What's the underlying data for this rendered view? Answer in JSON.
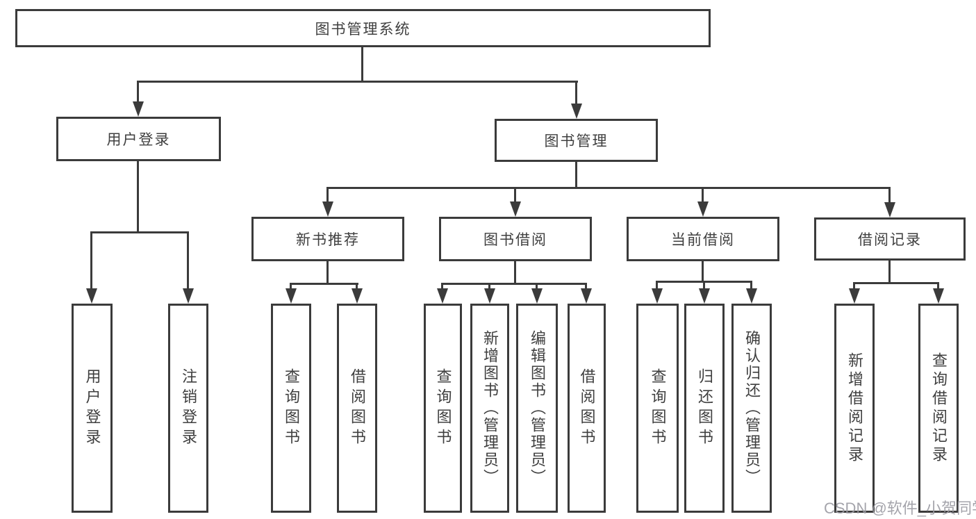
{
  "diagram": {
    "title": "图书管理系统",
    "root": {
      "label": "图书管理系统"
    },
    "level2": [
      {
        "label": "用户登录"
      },
      {
        "label": "图书管理"
      }
    ],
    "level3": [
      {
        "label": "新书推荐"
      },
      {
        "label": "图书借阅"
      },
      {
        "label": "当前借阅"
      },
      {
        "label": "借阅记录"
      }
    ],
    "leaves": {
      "login": [
        {
          "label": "用户登录"
        },
        {
          "label": "注销登录"
        }
      ],
      "recommend": [
        {
          "label": "查询图书"
        },
        {
          "label": "借阅图书"
        }
      ],
      "borrow": [
        {
          "label": "查询图书"
        },
        {
          "label": "新增图书（管理员）"
        },
        {
          "label": "编辑图书（管理员）"
        },
        {
          "label": "借阅图书"
        }
      ],
      "current": [
        {
          "label": "查询图书"
        },
        {
          "label": "归还图书"
        },
        {
          "label": "确认归还（管理员）"
        }
      ],
      "records": [
        {
          "label": "新增借阅记录"
        },
        {
          "label": "查询借阅记录"
        }
      ]
    }
  },
  "watermark": {
    "text": "CSDN @软件_小贺同学"
  },
  "colors": {
    "line": "#3b3b3b",
    "text": "#3f3f3f",
    "watermark_text": "#9b9ba3",
    "background": "#ffffff"
  }
}
